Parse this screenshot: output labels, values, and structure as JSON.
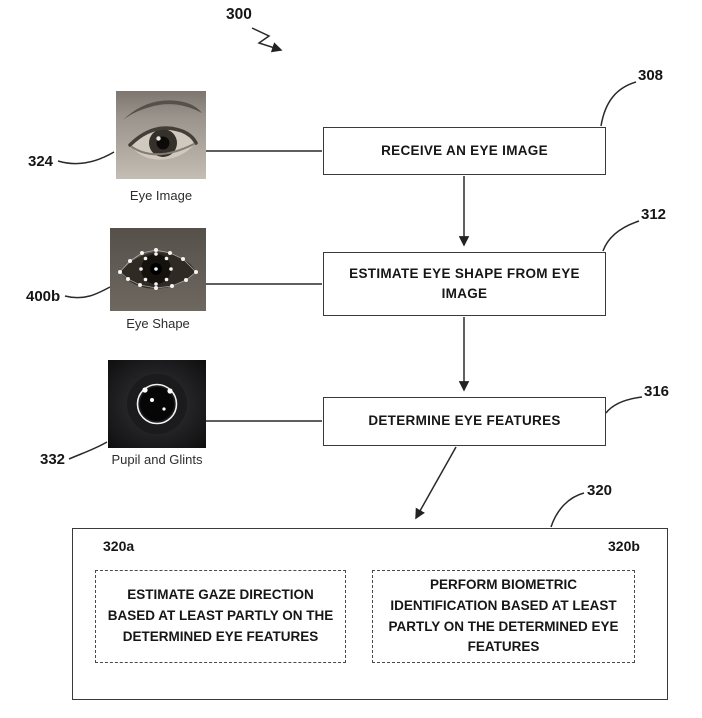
{
  "figure": {
    "main_ref": "300",
    "steps": [
      {
        "ref": "308",
        "label": "RECEIVE AN EYE IMAGE"
      },
      {
        "ref": "312",
        "label": "ESTIMATE EYE SHAPE FROM EYE IMAGE"
      },
      {
        "ref": "316",
        "label": "DETERMINE EYE FEATURES"
      }
    ],
    "images": [
      {
        "ref": "324",
        "caption": "Eye Image"
      },
      {
        "ref": "400b",
        "caption": "Eye Shape"
      },
      {
        "ref": "332",
        "caption": "Pupil and Glints"
      }
    ],
    "group": {
      "ref": "320",
      "children": [
        {
          "ref": "320a",
          "label": "ESTIMATE GAZE DIRECTION BASED AT LEAST PARTLY ON THE DETERMINED EYE FEATURES"
        },
        {
          "ref": "320b",
          "label": "PERFORM BIOMETRIC IDENTIFICATION BASED AT LEAST PARTLY ON THE DETERMINED EYE FEATURES"
        }
      ]
    },
    "colors": {
      "line": "#2a2a2a",
      "box_border": "#3a3a3a",
      "text": "#161616",
      "background": "#ffffff"
    }
  }
}
